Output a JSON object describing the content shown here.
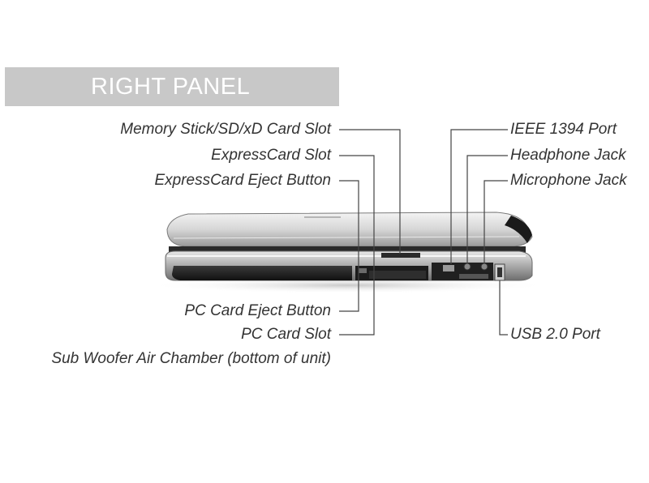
{
  "title": "RIGHT PANEL",
  "labels": {
    "memory_stick_slot": "Memory Stick/SD/xD Card Slot",
    "expresscard_slot": "ExpressCard Slot",
    "expresscard_eject": "ExpressCard Eject Button",
    "pc_card_eject": "PC Card Eject Button",
    "pc_card_slot": "PC Card Slot",
    "sub_woofer": "Sub Woofer Air Chamber (bottom of unit)",
    "ieee_1394": "IEEE 1394 Port",
    "headphone_jack": "Headphone Jack",
    "microphone_jack": "Microphone Jack",
    "usb_port": "USB 2.0 Port"
  },
  "colors": {
    "banner": "#c8c8c8",
    "label_text": "#333333",
    "leader_line": "#444444"
  }
}
